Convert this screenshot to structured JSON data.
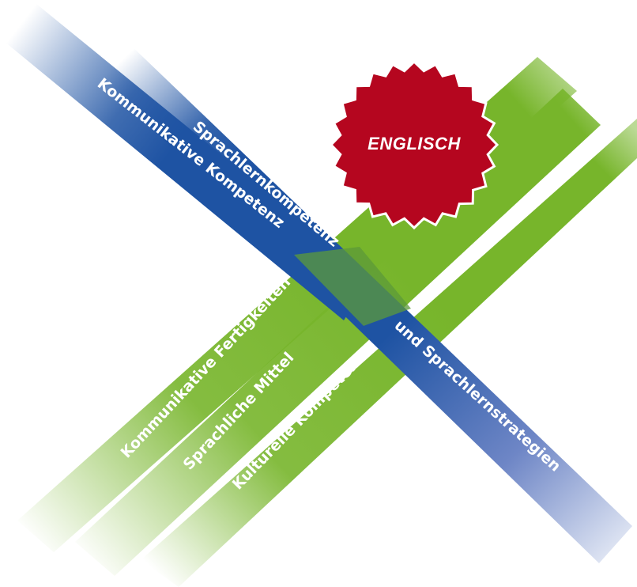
{
  "seal": {
    "label": "ENGLISCH"
  },
  "bands": {
    "kommunikative_kompetenz": "Kommunikative Kompetenz",
    "sprachlernkompetenz": "Sprachlernkompetenz",
    "sprachlernstrategien": "und Sprachlernstrategien",
    "kommunikative_fertigkeiten": "Kommunikative Fertigkeiten",
    "sprachliche_mittel": "Sprachliche Mittel",
    "kulturelle_kompetenz": "Kulturelle Kompetenz"
  },
  "colors": {
    "blue": "#1e53a3",
    "blue_faded": "#b9c4e4",
    "green": "#77b52b",
    "green_faded": "#cfe4b3",
    "overlap": "#5c9a3a",
    "seal": "#b5061f"
  }
}
